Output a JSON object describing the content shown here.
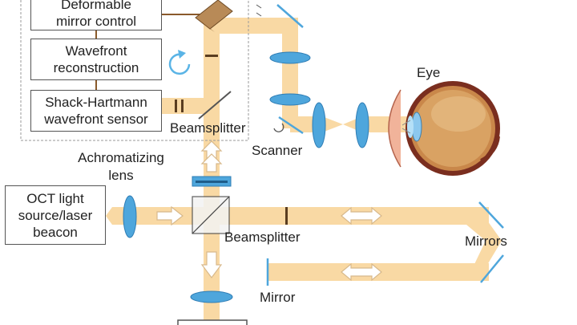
{
  "boxes": {
    "deformable_mirror": "Deformable mirror control",
    "wavefront_reconstruction": "Wavefront reconstruction",
    "shack_hartmann": "Shack-Hartmann wavefront sensor",
    "oct_source": "OCT light source/laser beacon"
  },
  "labels": {
    "beamsplitter_top": "Beamsplitter",
    "beamsplitter_bottom": "Beamsplitter",
    "scanner": "Scanner",
    "achromatizing_lens": "Achromatizing lens",
    "eye": "Eye",
    "mirrors": "Mirrors",
    "mirror": "Mirror"
  },
  "colors": {
    "beam": "#f9d9a4",
    "lens": "#4ea6dc",
    "lens_dark": "#2f7db5",
    "box_border": "#555555",
    "feedback_arrow": "#5ab4e6"
  }
}
